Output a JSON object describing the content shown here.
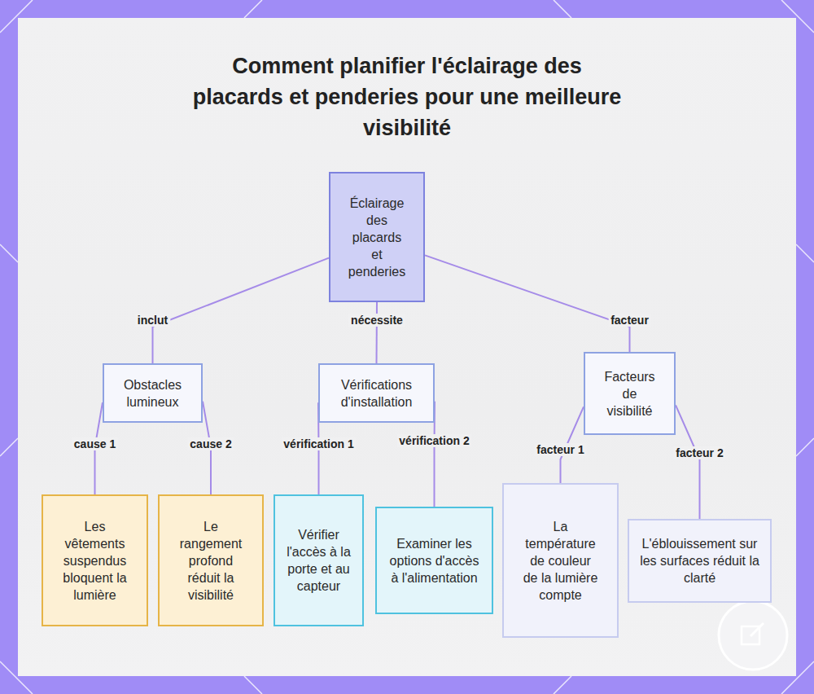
{
  "diagram": {
    "title": "Comment planifier l'éclairage des placards et penderies pour une meilleure visibilité",
    "nodes": [
      {
        "text": [
          "Éclairage des placards et penderies"
        ]
      },
      {
        "text": [
          "Obstacles lumineux"
        ]
      },
      {
        "text": [
          "Vérifications d'installation"
        ]
      },
      {
        "text": [
          "Facteurs de visibilité"
        ]
      },
      {
        "text": [
          "Les vêtements suspendus bloquent la lumière"
        ]
      },
      {
        "text": [
          "Le rangement profond réduit la visibilité"
        ]
      },
      {
        "text": [
          "Vérifier l'accès à la porte et au capteur"
        ]
      },
      {
        "text": [
          "Examiner les options d'accès à l'alimentation"
        ]
      },
      {
        "text": [
          "La température de couleur de la lumière compte"
        ]
      },
      {
        "text": [
          "L'éblouissement sur les surfaces réduit la clarté"
        ]
      }
    ],
    "edges": [
      {
        "from": 0,
        "to": 1,
        "label": "inclut",
        "arrow": "none"
      },
      {
        "from": 0,
        "to": 2,
        "label": "nécessite",
        "arrow": "none"
      },
      {
        "from": 0,
        "to": 3,
        "label": "facteur",
        "arrow": "none"
      },
      {
        "from": 1,
        "to": 4,
        "label": "cause 1",
        "arrow": "none"
      },
      {
        "from": 1,
        "to": 5,
        "label": "cause 2",
        "arrow": "none"
      },
      {
        "from": 2,
        "to": 6,
        "label": "vérification 1",
        "arrow": "none"
      },
      {
        "from": 2,
        "to": 7,
        "label": "vérification 2",
        "arrow": "none"
      },
      {
        "from": 3,
        "to": 8,
        "label": "facteur 1",
        "arrow": "none"
      },
      {
        "from": 3,
        "to": 9,
        "label": "facteur 2",
        "arrow": "none"
      }
    ]
  }
}
